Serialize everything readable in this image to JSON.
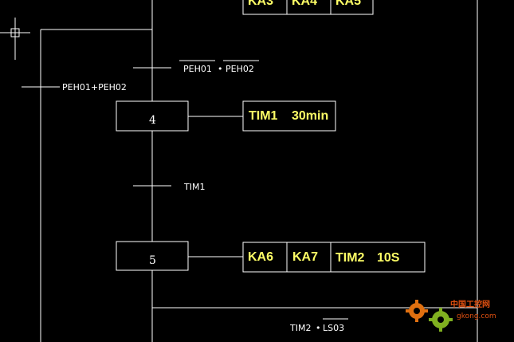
{
  "top_actions": [
    "KA3",
    "KA4",
    "KA5"
  ],
  "transition_1": {
    "left": "PEH01",
    "sep": "•",
    "right": "PEH02"
  },
  "branch_label": "PEH01+PEH02",
  "step_4": {
    "number": "4",
    "action_label": "TIM1",
    "action_value": "30min"
  },
  "transition_2": "TIM1",
  "step_5": {
    "number": "5",
    "actions": [
      "KA6",
      "KA7"
    ],
    "timer_label": "TIM2",
    "timer_value": "10S"
  },
  "transition_3": {
    "left": "TIM2",
    "sep": "•",
    "right": "LS03"
  },
  "watermark": {
    "site_cn": "中国工控网",
    "url": "gkong.com"
  },
  "colors": {
    "line": "#ffffff",
    "action_text": "#ffff66",
    "background": "#000000",
    "watermark": "#e05010"
  }
}
